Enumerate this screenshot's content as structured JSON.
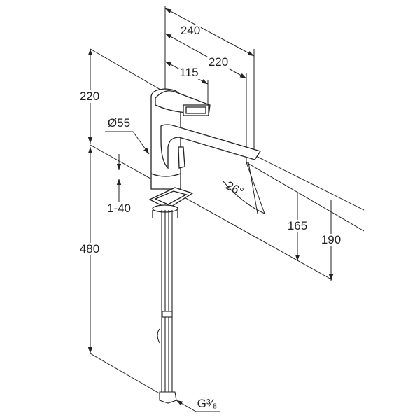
{
  "title": "Faucet dimension drawing",
  "dimensions": {
    "reach_total": "240",
    "reach_spout": "220",
    "handle_offset": "115",
    "height_top": "220",
    "diameter": "Ø55",
    "deck_thickness": "1-40",
    "tail_length": "480",
    "spout_angle": "26°",
    "spout_height": "165",
    "total_height_to_spout": "190",
    "connection": "G³⁄₈"
  },
  "colors": {
    "line": "#222222",
    "background": "#ffffff"
  }
}
